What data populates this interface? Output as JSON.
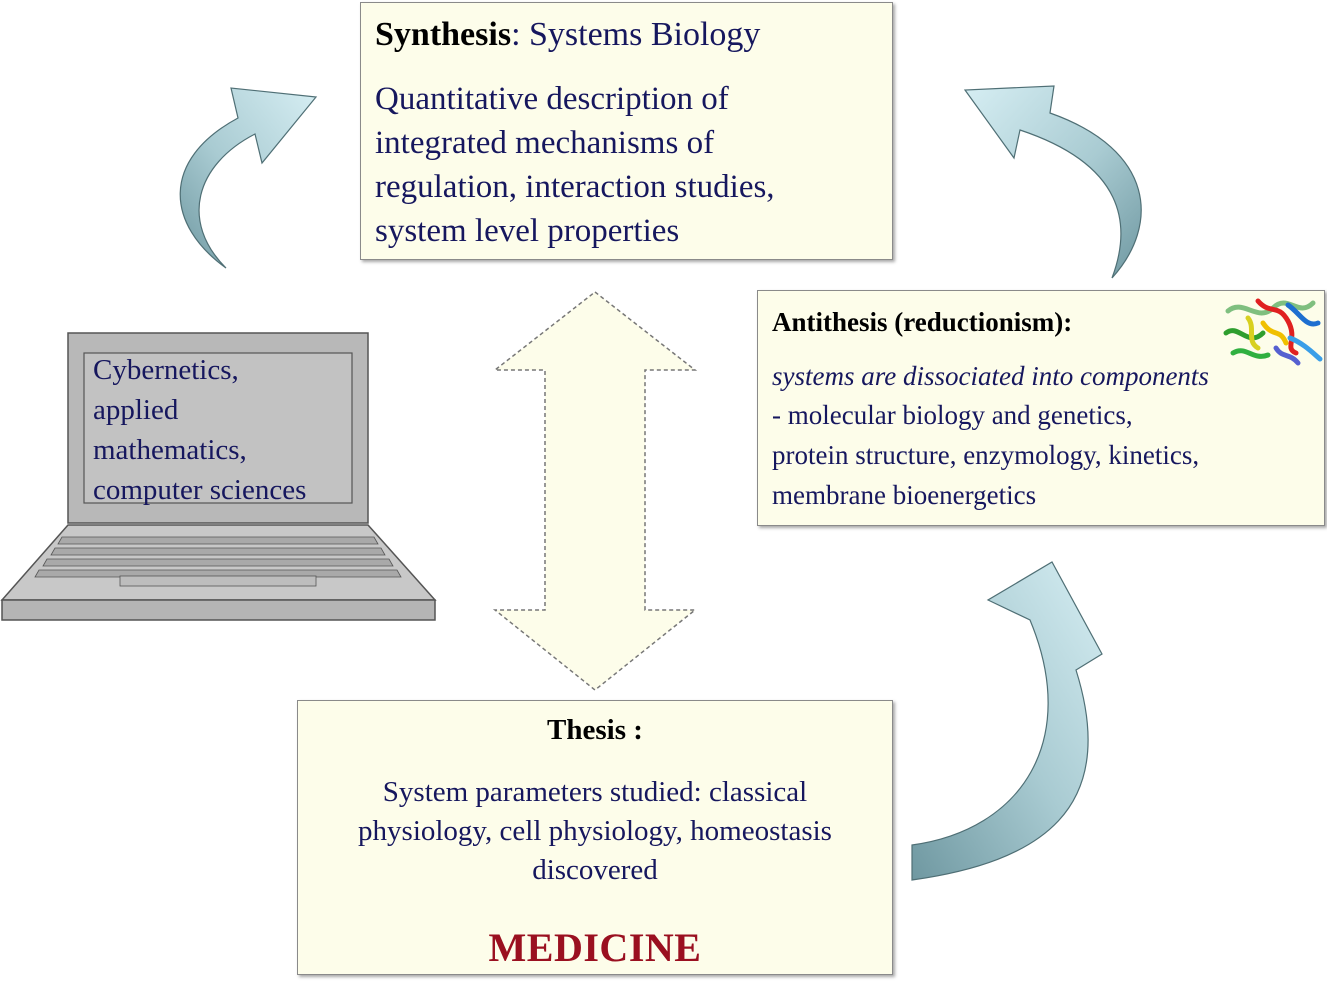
{
  "synthesis": {
    "title_bold": "Synthesis",
    "title_rest": ": Systems Biology",
    "body": [
      "Quantitative description of",
      "integrated mechanisms of",
      "regulation, interaction studies,",
      "system level properties"
    ]
  },
  "antithesis": {
    "title": "Antithesis (reductionism):",
    "italic_line": "systems are dissociated into components",
    "body": [
      "- molecular biology and genetics,",
      "protein structure, enzymology, kinetics,",
      "membrane bioenergetics"
    ]
  },
  "thesis": {
    "title": "Thesis :",
    "body": [
      "System parameters studied: classical",
      "physiology, cell physiology, homeostasis",
      "discovered"
    ],
    "emphasis": "MEDICINE"
  },
  "laptop": {
    "lines": [
      "Cybernetics,",
      "applied",
      "mathematics,",
      "computer sciences"
    ]
  },
  "colors": {
    "box_fill": "#fdfdea",
    "text_navy": "#16175e",
    "medicine_red": "#9a1020",
    "arrow_light": "#cfe8ee",
    "arrow_dark": "#7fa6ae"
  }
}
